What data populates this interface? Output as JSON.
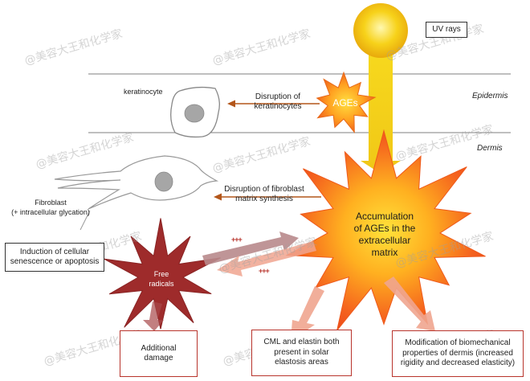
{
  "labels": {
    "uv_rays": "UV rays",
    "epidermis": "Epidermis",
    "dermis": "Dermis",
    "keratinocyte": "keratinocyte",
    "ages": "AGEs",
    "disruption_keratinocytes": "Disruption of\nkeratinocytes",
    "fibroblast": "Fibroblast\n(+ intracellular glycation)",
    "disruption_fibroblast": "Disruption of fibroblast\nmatrix synthesis",
    "accumulation": "Accumulation\nof AGEs in the\nextracellular\nmatrix",
    "free_radicals": "Free\nradicals",
    "induction": "Induction of cellular\nsenescence or apoptosis",
    "additional_damage": "Additional\ndamage",
    "cml_elastin": "CML and elastin both\npresent in solar\nelastosis areas",
    "biomechanical": "Modification of biomechanical\nproperties of dermis (increased\nrigidity and decreased elasticity)",
    "plus_top": "+++",
    "plus_bottom": "+++"
  },
  "watermark": "@美容大王和化学家",
  "colors": {
    "sun": "#f7d21a",
    "accumulation_star": "#f2551d",
    "ages_star": "#f26a1f",
    "free_radicals_star": "#9e2b2b",
    "arrow_brown": "#b3561a",
    "box_red_border": "#b8342c",
    "pink_arrow": "#f0a58f",
    "mauve_arrow": "#b88a8c"
  }
}
